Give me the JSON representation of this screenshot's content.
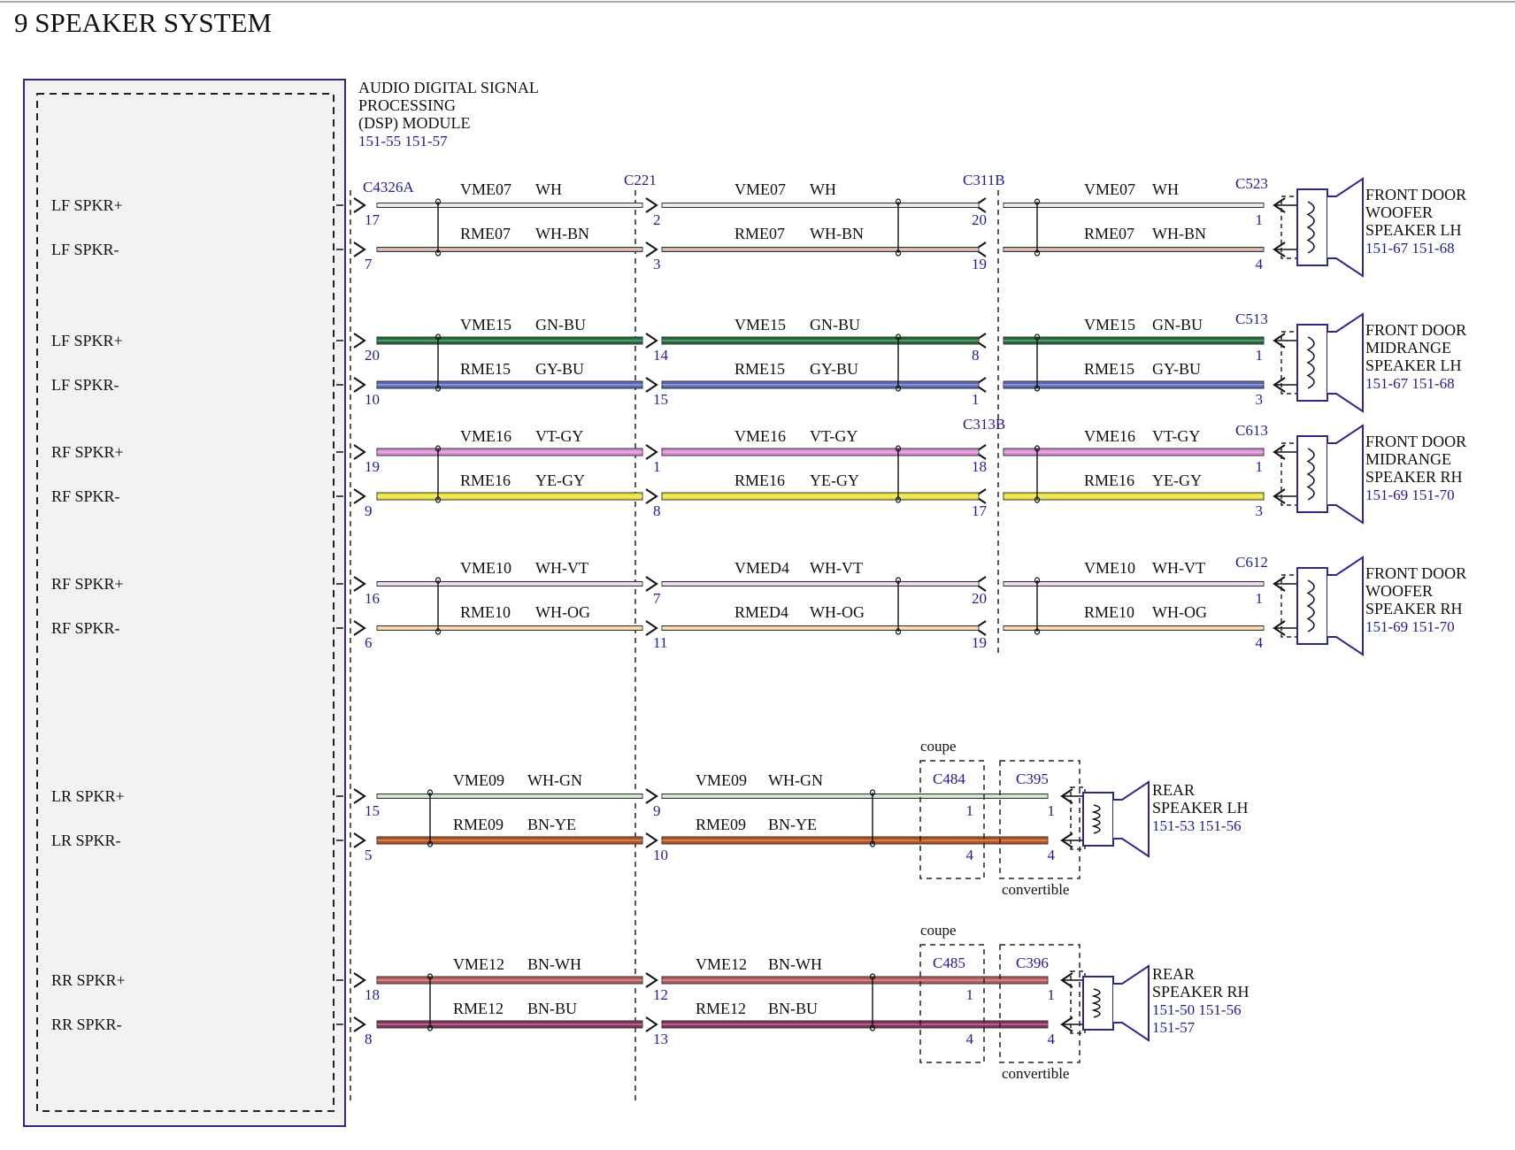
{
  "title": "9 SPEAKER SYSTEM",
  "module": {
    "lines": [
      "AUDIO DIGITAL SIGNAL",
      "PROCESSING",
      "(DSP) MODULE"
    ],
    "refs": "151-55   151-57"
  },
  "connectors": {
    "c4326a": "C4326A",
    "c221": "C221",
    "c311b": "C311B",
    "c313b": "C313B"
  },
  "options": {
    "coupe": "coupe",
    "convertible": "convertible"
  },
  "colors": {
    "WH": "#e6e6e6",
    "WH-BN": "#c9a8a0",
    "GN-BU": "#1f6b3a",
    "GY-BU": "#5a68b8",
    "VT-GY": "#d98ad6",
    "YE-GY": "#e8e23a",
    "WH-VT": "#e9cfe9",
    "WH-OG": "#f0d0a0",
    "WH-GN": "#c6dcc6",
    "BN-YE": "#b8501c",
    "BN-WH": "#b55a5a",
    "BN-BU": "#8a2e5e",
    "module_border": "#2a2a8c",
    "speaker_stroke": "#2a2a8c"
  },
  "front_circuits": [
    {
      "plus_label": "LF SPKR+",
      "minus_label": "LF SPKR-",
      "plus": {
        "pins": [
          "17",
          "2",
          "20",
          "1"
        ],
        "seg": [
          {
            "c": "VME07",
            "col": "WH"
          },
          {
            "c": "VME07",
            "col": "WH"
          },
          {
            "c": "VME07",
            "col": "WH"
          }
        ]
      },
      "minus": {
        "pins": [
          "7",
          "3",
          "19",
          "4"
        ],
        "seg": [
          {
            "c": "RME07",
            "col": "WH-BN"
          },
          {
            "c": "RME07",
            "col": "WH-BN"
          },
          {
            "c": "RME07",
            "col": "WH-BN"
          }
        ]
      },
      "c4326a_show": true,
      "c221_show": true,
      "c3_label": "C311B",
      "spk_conn": "C523",
      "speaker": {
        "lines": [
          "FRONT DOOR",
          "WOOFER",
          "SPEAKER LH"
        ],
        "refs": "151-67   151-68"
      }
    },
    {
      "plus_label": "LF SPKR+",
      "minus_label": "LF SPKR-",
      "plus": {
        "pins": [
          "20",
          "14",
          "8",
          "1"
        ],
        "seg": [
          {
            "c": "VME15",
            "col": "GN-BU"
          },
          {
            "c": "VME15",
            "col": "GN-BU"
          },
          {
            "c": "VME15",
            "col": "GN-BU"
          }
        ]
      },
      "minus": {
        "pins": [
          "10",
          "15",
          "1",
          "3"
        ],
        "seg": [
          {
            "c": "RME15",
            "col": "GY-BU"
          },
          {
            "c": "RME15",
            "col": "GY-BU"
          },
          {
            "c": "RME15",
            "col": "GY-BU"
          }
        ]
      },
      "c4326a_show": false,
      "c221_show": false,
      "c3_label": "",
      "spk_conn": "C513",
      "speaker": {
        "lines": [
          "FRONT DOOR",
          "MIDRANGE",
          "SPEAKER LH"
        ],
        "refs": "151-67   151-68"
      }
    },
    {
      "plus_label": "RF SPKR+",
      "minus_label": "RF SPKR-",
      "plus": {
        "pins": [
          "19",
          "1",
          "18",
          "1"
        ],
        "seg": [
          {
            "c": "VME16",
            "col": "VT-GY"
          },
          {
            "c": "VME16",
            "col": "VT-GY"
          },
          {
            "c": "VME16",
            "col": "VT-GY"
          }
        ]
      },
      "minus": {
        "pins": [
          "9",
          "8",
          "17",
          "3"
        ],
        "seg": [
          {
            "c": "RME16",
            "col": "YE-GY"
          },
          {
            "c": "RME16",
            "col": "YE-GY"
          },
          {
            "c": "RME16",
            "col": "YE-GY"
          }
        ]
      },
      "c4326a_show": false,
      "c221_show": false,
      "c3_label": "C313B",
      "spk_conn": "C613",
      "speaker": {
        "lines": [
          "FRONT DOOR",
          "MIDRANGE",
          "SPEAKER RH"
        ],
        "refs": "151-69   151-70"
      }
    },
    {
      "plus_label": "RF SPKR+",
      "minus_label": "RF SPKR-",
      "plus": {
        "pins": [
          "16",
          "7",
          "20",
          "1"
        ],
        "seg": [
          {
            "c": "VME10",
            "col": "WH-VT"
          },
          {
            "c": "VMED4",
            "col": "WH-VT"
          },
          {
            "c": "VME10",
            "col": "WH-VT"
          }
        ]
      },
      "minus": {
        "pins": [
          "6",
          "11",
          "19",
          "4"
        ],
        "seg": [
          {
            "c": "RME10",
            "col": "WH-OG"
          },
          {
            "c": "RMED4",
            "col": "WH-OG"
          },
          {
            "c": "RME10",
            "col": "WH-OG"
          }
        ]
      },
      "c4326a_show": false,
      "c221_show": false,
      "c3_label": "",
      "spk_conn": "C612",
      "speaker": {
        "lines": [
          "FRONT DOOR",
          "WOOFER",
          "SPEAKER RH"
        ],
        "refs": "151-69   151-70"
      }
    }
  ],
  "rear_circuits": [
    {
      "plus_label": "LR SPKR+",
      "minus_label": "LR SPKR-",
      "plus": {
        "pins": [
          "15",
          "9",
          "1",
          "1"
        ],
        "seg": [
          {
            "c": "VME09",
            "col": "WH-GN"
          },
          {
            "c": "VME09",
            "col": "WH-GN"
          }
        ]
      },
      "minus": {
        "pins": [
          "5",
          "10",
          "4",
          "4"
        ],
        "seg": [
          {
            "c": "RME09",
            "col": "BN-YE"
          },
          {
            "c": "RME09",
            "col": "BN-YE"
          }
        ]
      },
      "coupe_conn": "C484",
      "conv_conn": "C395",
      "speaker": {
        "lines": [
          "REAR",
          "SPEAKER LH"
        ],
        "refs": "151-53   151-56",
        "refs2": ""
      }
    },
    {
      "plus_label": "RR SPKR+",
      "minus_label": "RR SPKR-",
      "plus": {
        "pins": [
          "18",
          "12",
          "1",
          "1"
        ],
        "seg": [
          {
            "c": "VME12",
            "col": "BN-WH"
          },
          {
            "c": "VME12",
            "col": "BN-WH"
          }
        ]
      },
      "minus": {
        "pins": [
          "8",
          "13",
          "4",
          "4"
        ],
        "seg": [
          {
            "c": "RME12",
            "col": "BN-BU"
          },
          {
            "c": "RME12",
            "col": "BN-BU"
          }
        ]
      },
      "coupe_conn": "C485",
      "conv_conn": "C396",
      "speaker": {
        "lines": [
          "REAR",
          "SPEAKER RH"
        ],
        "refs": "151-50   151-56",
        "refs2": "151-57"
      }
    }
  ]
}
